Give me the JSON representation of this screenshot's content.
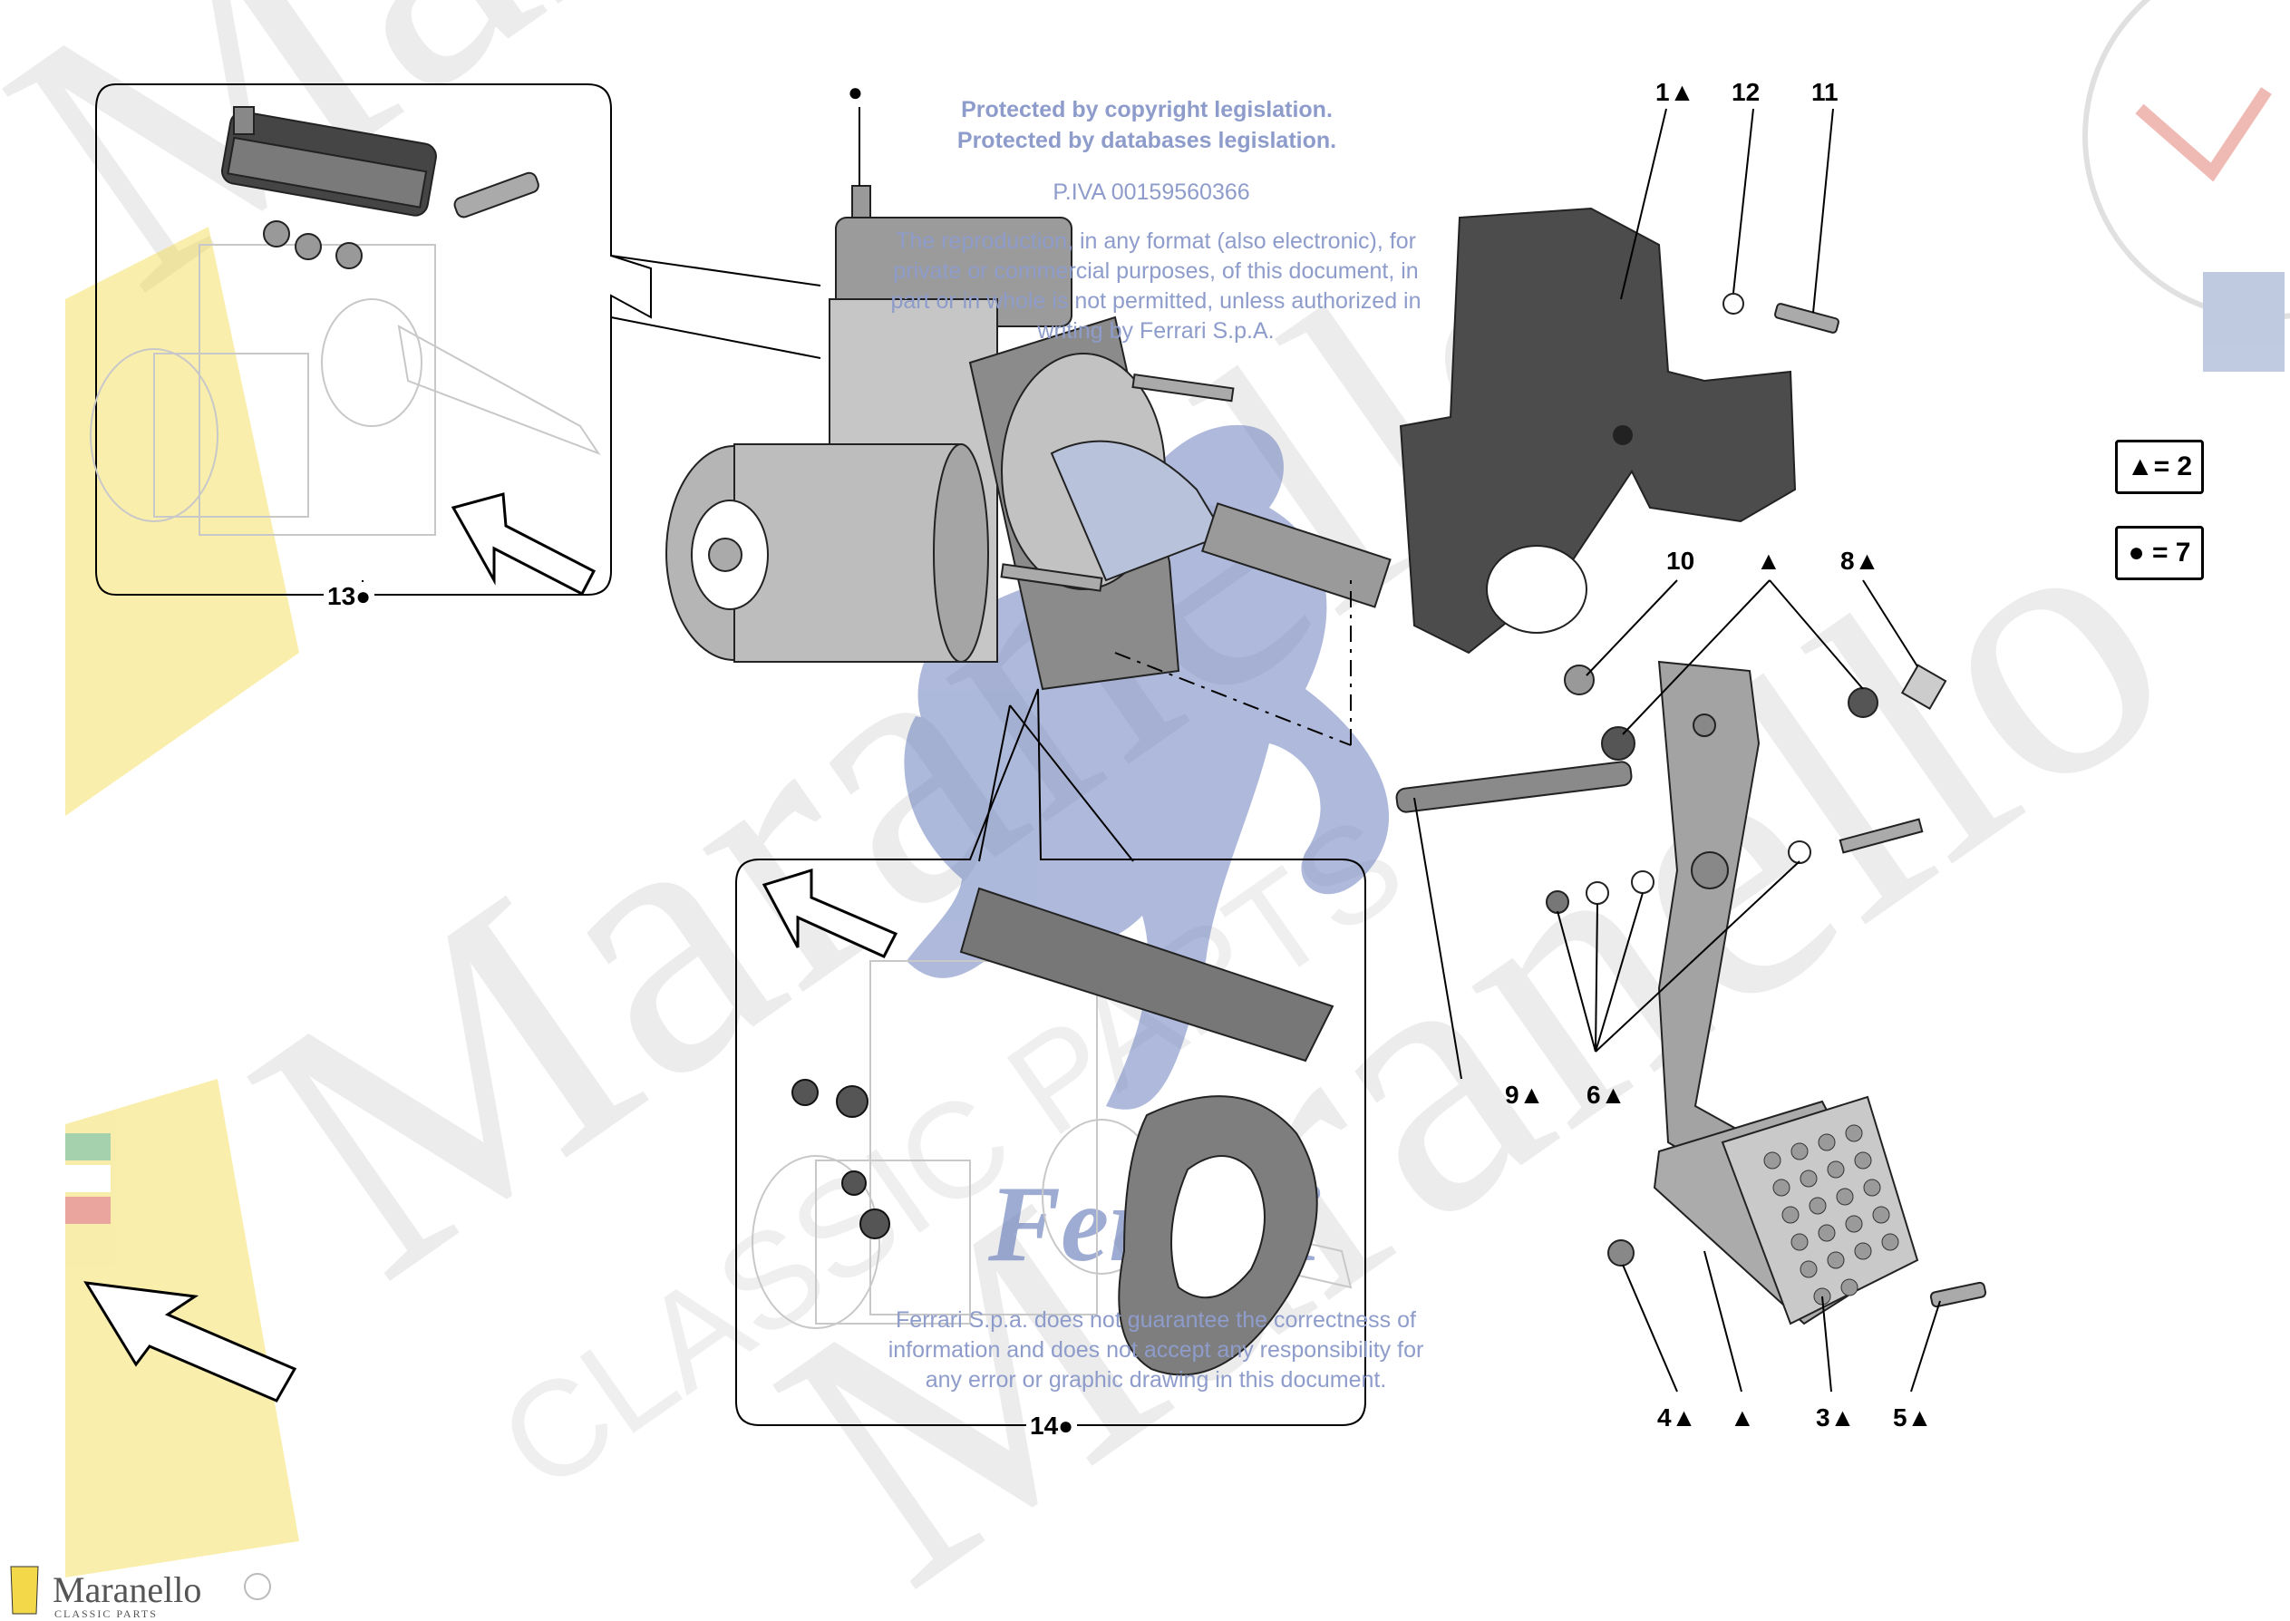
{
  "watermark": {
    "line1": "Protected by copyright legislation.",
    "line2": "Protected by databases legislation.",
    "vat": "P.IVA 00159560366",
    "repro": [
      "The reproduction, in any format (also electronic), for",
      "private or commercial purposes, of this document, in",
      "part or in whole is not permitted, unless authorized in",
      "writing by Ferrari S.p.A."
    ],
    "disclaimer": [
      "Ferrari S.p.a. does not guarantee the correctness of",
      "information and does not accept any responsibility for",
      "any error or graphic drawing in this document."
    ],
    "ferrari_word": "Ferrari",
    "maranello_word": "Maranello",
    "classic_parts_word": "CLASSIC PARTS"
  },
  "callouts": {
    "c1": "1▲",
    "c12": "12",
    "c11": "11",
    "dot": "●",
    "c10": "10",
    "tri": "▲",
    "c8": "8▲",
    "c9": "9▲",
    "c6": "6▲",
    "c4": "4▲",
    "tri_bottom": "▲",
    "c3": "3▲",
    "c5": "5▲",
    "c13": "13●",
    "c14": "14●"
  },
  "legend": {
    "triangle": "▲= 2",
    "dot": "● = 7"
  },
  "brand": {
    "name": "Maranello",
    "sub": "CLASSIC PARTS"
  },
  "colors": {
    "line": "#000000",
    "part_gray": "#b9b9b9",
    "part_dark": "#4a4a4a",
    "watermark_blue": "#8e9ccb",
    "watermark_gray": "#d9d9d9",
    "logo_yellow": "#f3d94a"
  }
}
